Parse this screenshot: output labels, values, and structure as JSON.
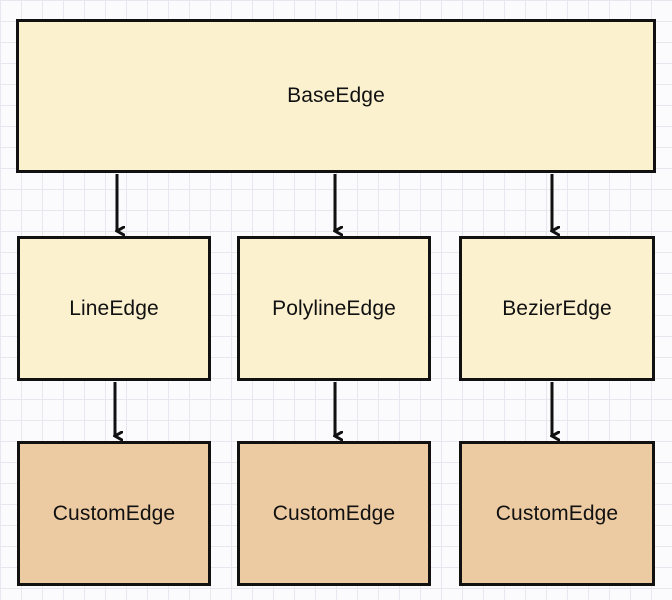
{
  "diagram": {
    "root": {
      "label": "BaseEdge"
    },
    "children": [
      {
        "label": "LineEdge"
      },
      {
        "label": "PolylineEdge"
      },
      {
        "label": "BezierEdge"
      }
    ],
    "grandchildren": [
      {
        "label": "CustomEdge"
      },
      {
        "label": "CustomEdge"
      },
      {
        "label": "CustomEdge"
      }
    ],
    "edges": [
      {
        "from": "BaseEdge",
        "to": "LineEdge"
      },
      {
        "from": "BaseEdge",
        "to": "PolylineEdge"
      },
      {
        "from": "BaseEdge",
        "to": "BezierEdge"
      },
      {
        "from": "LineEdge",
        "to": "CustomEdge"
      },
      {
        "from": "PolylineEdge",
        "to": "CustomEdge"
      },
      {
        "from": "BezierEdge",
        "to": "CustomEdge"
      }
    ],
    "colors": {
      "parent_fill": "#fbf1cf",
      "custom_fill": "#eccaa2",
      "stroke": "#111111",
      "grid": "#e7e7ef"
    }
  }
}
